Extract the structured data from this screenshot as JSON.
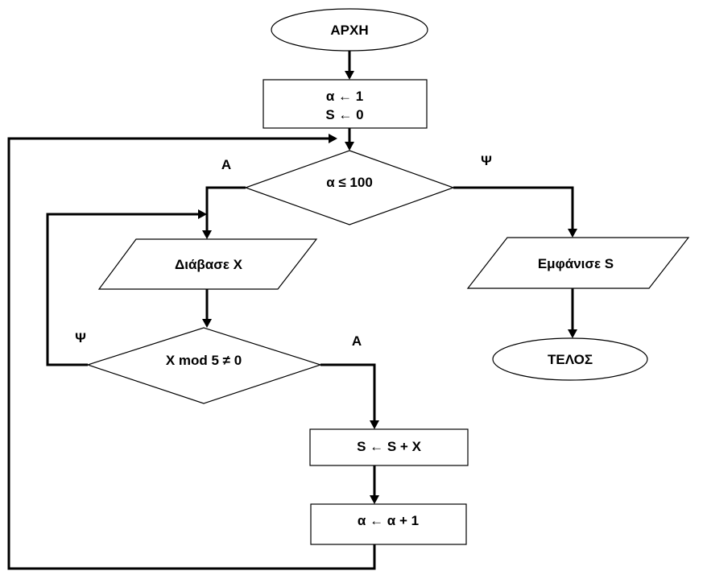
{
  "flowchart": {
    "start": "ΑΡΧΗ",
    "init": {
      "line1": "α ← 1",
      "line2": "S ← 0"
    },
    "loop_condition": "α ≤ 100",
    "read_input": "Διάβασε Χ",
    "mod_condition": "Χ mod 5 ≠ 0",
    "accumulate": "S ← S + X",
    "increment": "α ← α + 1",
    "output": "Εμφάνισε S",
    "end": "ΤΕΛΟΣ",
    "branch_labels": {
      "loop_true": "Α",
      "loop_false": "Ψ",
      "mod_true": "Α",
      "mod_false": "Ψ"
    }
  }
}
